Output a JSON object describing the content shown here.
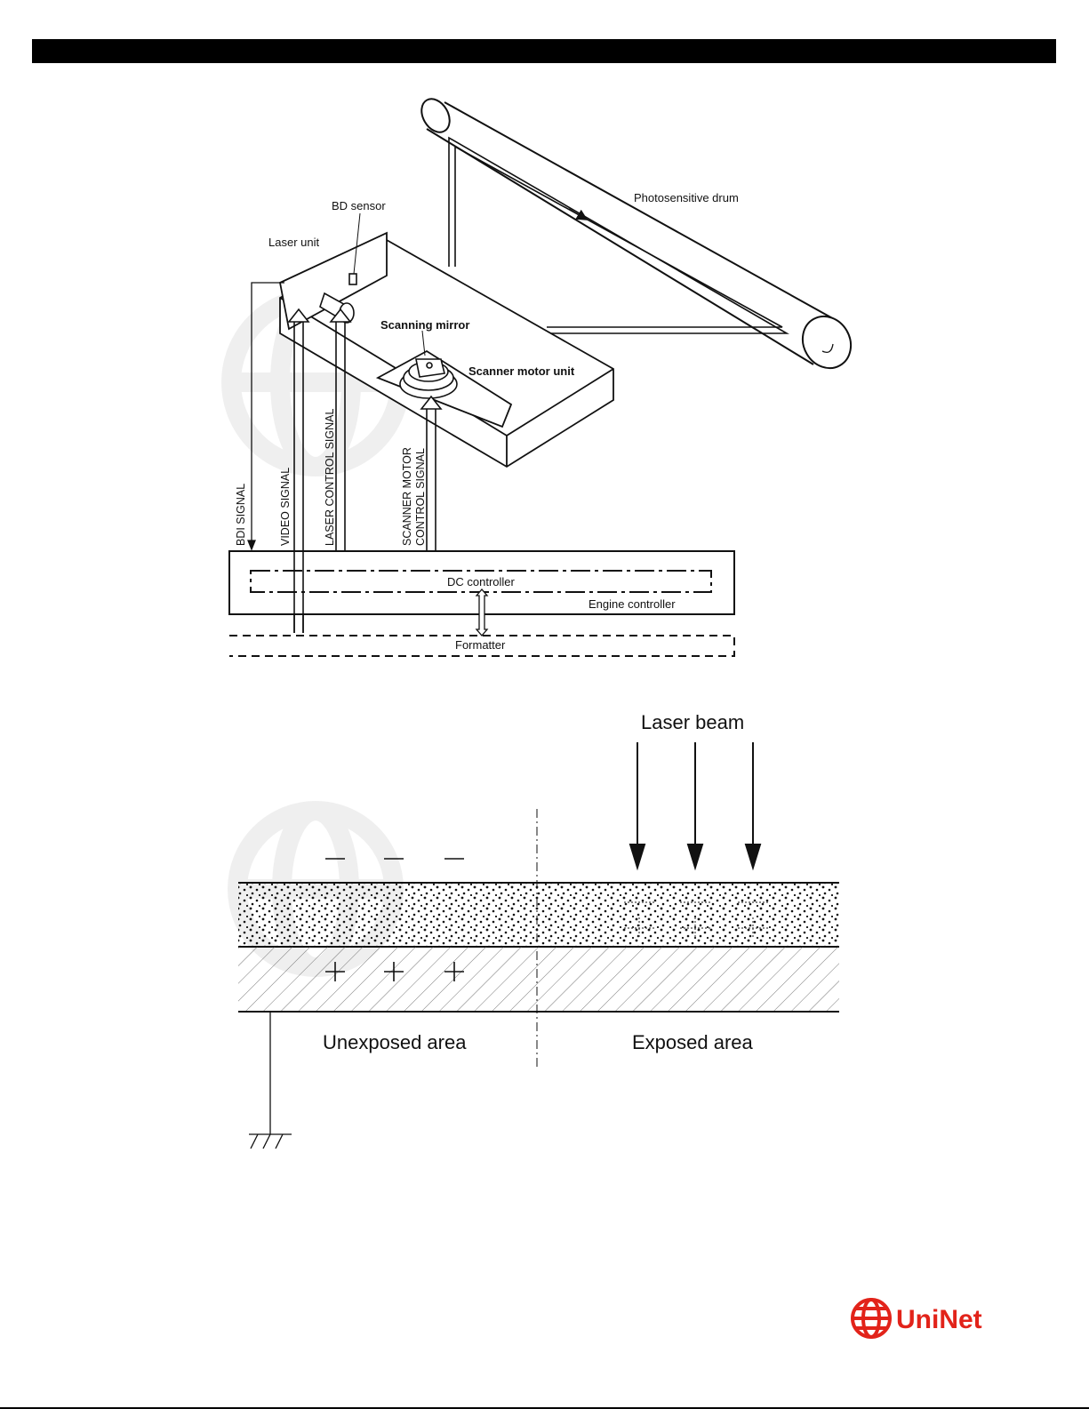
{
  "diagram1": {
    "photosensitive_drum": "Photosensitive drum",
    "bd_sensor": "BD sensor",
    "laser_unit": "Laser unit",
    "scanning_mirror": "Scanning mirror",
    "scanner_motor_unit": "Scanner motor unit",
    "bdi_signal": "BDI SIGNAL",
    "video_signal": "VIDEO SIGNAL",
    "laser_control_signal": "LASER CONTROL SIGNAL",
    "scanner_motor_line1": "SCANNER MOTOR",
    "scanner_motor_line2": "CONTROL SIGNAL",
    "dc_controller": "DC controller",
    "engine_controller": "Engine controller",
    "formatter": "Formatter"
  },
  "diagram2": {
    "laser_beam": "Laser beam",
    "unexposed_area": "Unexposed area",
    "exposed_area": "Exposed area"
  },
  "logo": {
    "text": "UniNet",
    "color": "#e2231a"
  }
}
